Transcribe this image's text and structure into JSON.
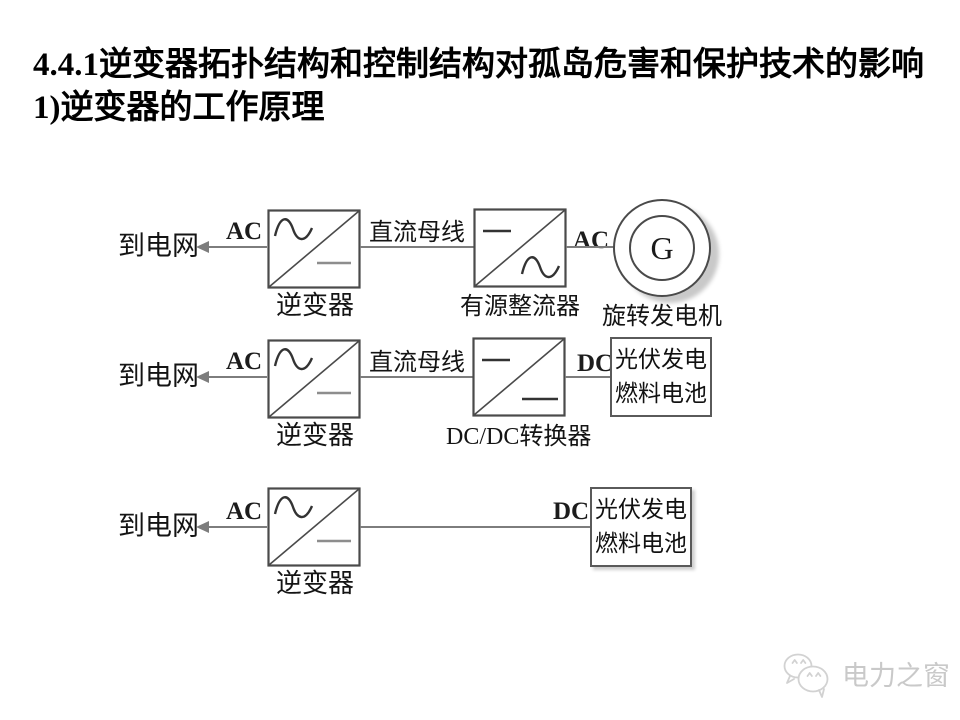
{
  "title": {
    "line1": "4.4.1逆变器拓扑结构和控制结构对孤岛危害和保护技术的影响",
    "line2": "1)逆变器的工作原理"
  },
  "diagram": {
    "row1": {
      "grid_label": "到电网",
      "ac_in_label": "AC",
      "inverter_label": "逆变器",
      "dc_bus_label": "直流母线",
      "rectifier_label": "有源整流器",
      "ac_gen_label": "AC",
      "generator_letter": "G",
      "generator_label": "旋转发电机"
    },
    "row2": {
      "grid_label": "到电网",
      "ac_in_label": "AC",
      "inverter_label": "逆变器",
      "dc_bus_label": "直流母线",
      "converter_label": "DC/DC转换器",
      "dc_label": "DC",
      "source_line1": "光伏发电",
      "source_line2": "燃料电池"
    },
    "row3": {
      "grid_label": "到电网",
      "ac_in_label": "AC",
      "inverter_label": "逆变器",
      "dc_label": "DC",
      "source_line1": "光伏发电",
      "source_line2": "燃料电池"
    }
  },
  "watermark": {
    "text": "电力之窗"
  },
  "colors": {
    "line": "#7d7d7d",
    "box_border": "#4a4a4a",
    "text": "#141414",
    "watermark": "#c9c9c9"
  }
}
